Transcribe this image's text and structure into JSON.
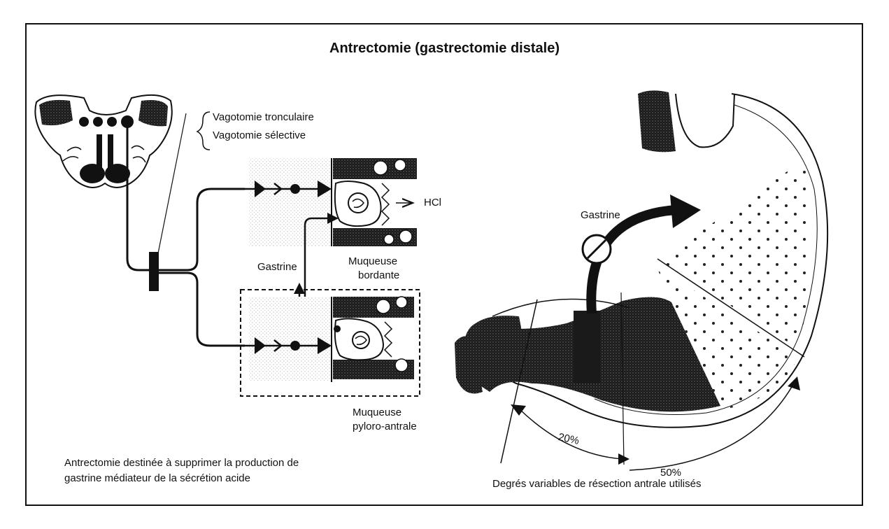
{
  "title": "Antrectomie (gastrectomie distale)",
  "labels": {
    "vagotomy_truncal": "Vagotomie tronculaire",
    "vagotomy_selective": "Vagotomie sélective",
    "hcl": "HCl",
    "gastrine_left": "Gastrine",
    "muqueuse_bordante_line1": "Muqueuse",
    "muqueuse_bordante_line2": "bordante",
    "muqueuse_pyloro_line1": "Muqueuse",
    "muqueuse_pyloro_line2": "pyloro-antrale",
    "gastrine_right": "Gastrine",
    "pct_20": "20%",
    "pct_50": "50%"
  },
  "captions": {
    "left_line1": "Antrectomie destinée à supprimer la production de",
    "left_line2": "gastrine médiateur de la sécrétion acide",
    "right": "Degrés variables de résection antrale utilisés"
  },
  "colors": {
    "ink": "#111111",
    "paper": "#ffffff",
    "stipple": "#2a2a2a"
  }
}
